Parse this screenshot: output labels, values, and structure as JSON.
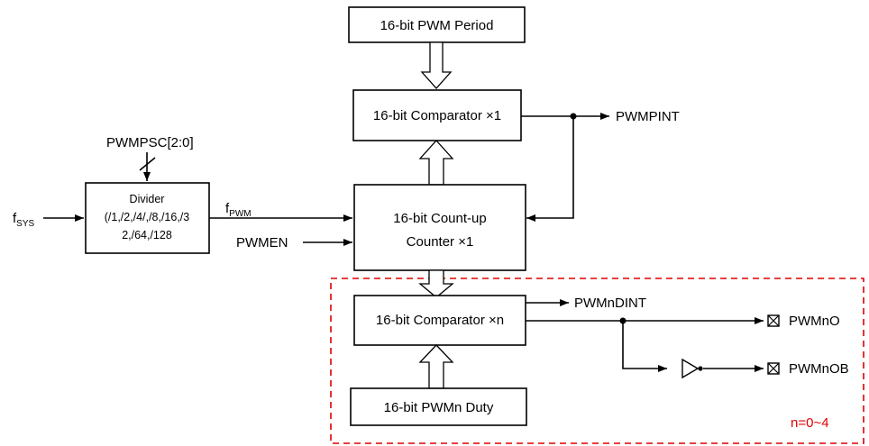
{
  "blocks": {
    "period": "16-bit PWM Period",
    "comparator1": "16-bit Comparator ×1",
    "counter_line1": "16-bit Count-up",
    "counter_line2": "Counter ×1",
    "comparator_n": "16-bit Comparator ×n",
    "duty": "16-bit PWMn Duty",
    "divider_title": "Divider",
    "divider_line1": "(/1,/2,/4/,/8,/16,/3",
    "divider_line2": "2,/64,/128"
  },
  "signals": {
    "pwmpint": "PWMPINT",
    "pwmpsc": "PWMPSC[2:0]",
    "fsys_main": "f",
    "fsys_sub": "SYS",
    "fpwm_main": "f",
    "fpwm_sub": "PWM",
    "pwmen": "PWMEN",
    "pwmndint": "PWMnDINT",
    "pwmno": "PWMnO",
    "pwmnob": "PWMnOB"
  },
  "annotation": {
    "range": "n=0~4",
    "range_color": "#e00000"
  }
}
